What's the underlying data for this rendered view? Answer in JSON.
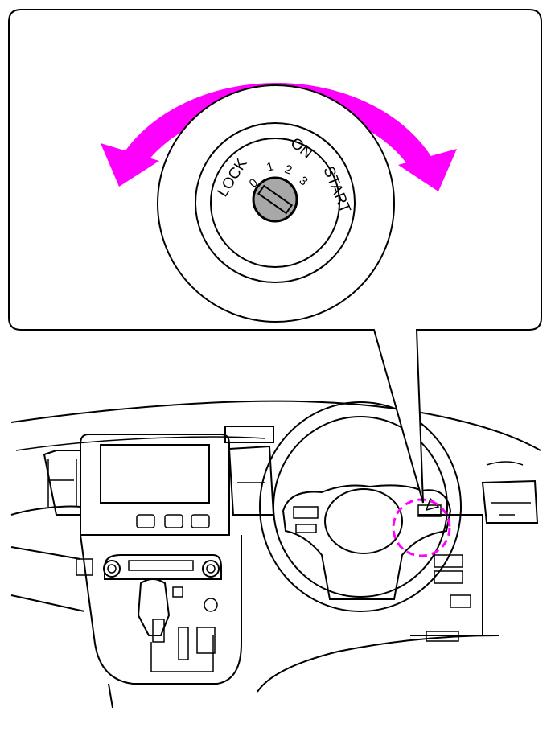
{
  "ignition": {
    "lock_label": "LOCK",
    "on_label": "ON",
    "start_label": "START",
    "positions": [
      "0",
      "1",
      "2",
      "3"
    ]
  },
  "colors": {
    "arrow": "#ff00ff",
    "highlight": "#ff00ff",
    "key_fill": "#a8a8a8"
  }
}
